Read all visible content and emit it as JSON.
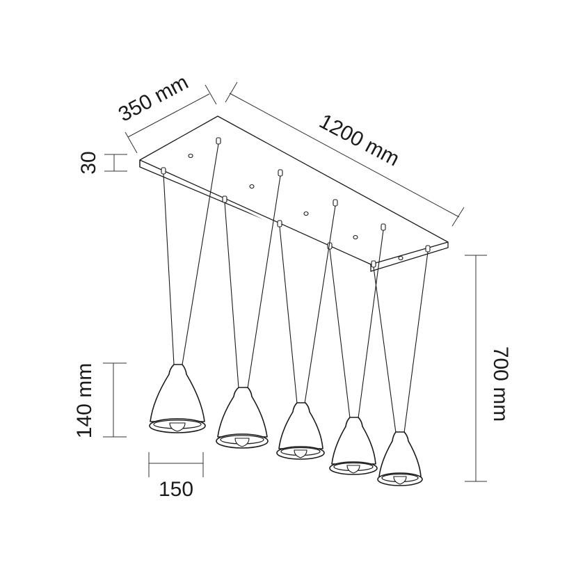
{
  "labels": {
    "width": "350 mm",
    "length": "1200 mm",
    "height": "30",
    "drop": "700 mm",
    "shade_height": "140 mm",
    "shade_diameter": "150"
  },
  "colors": {
    "line": "#1a1a1a",
    "background": "#ffffff"
  },
  "pendant_count": 5
}
